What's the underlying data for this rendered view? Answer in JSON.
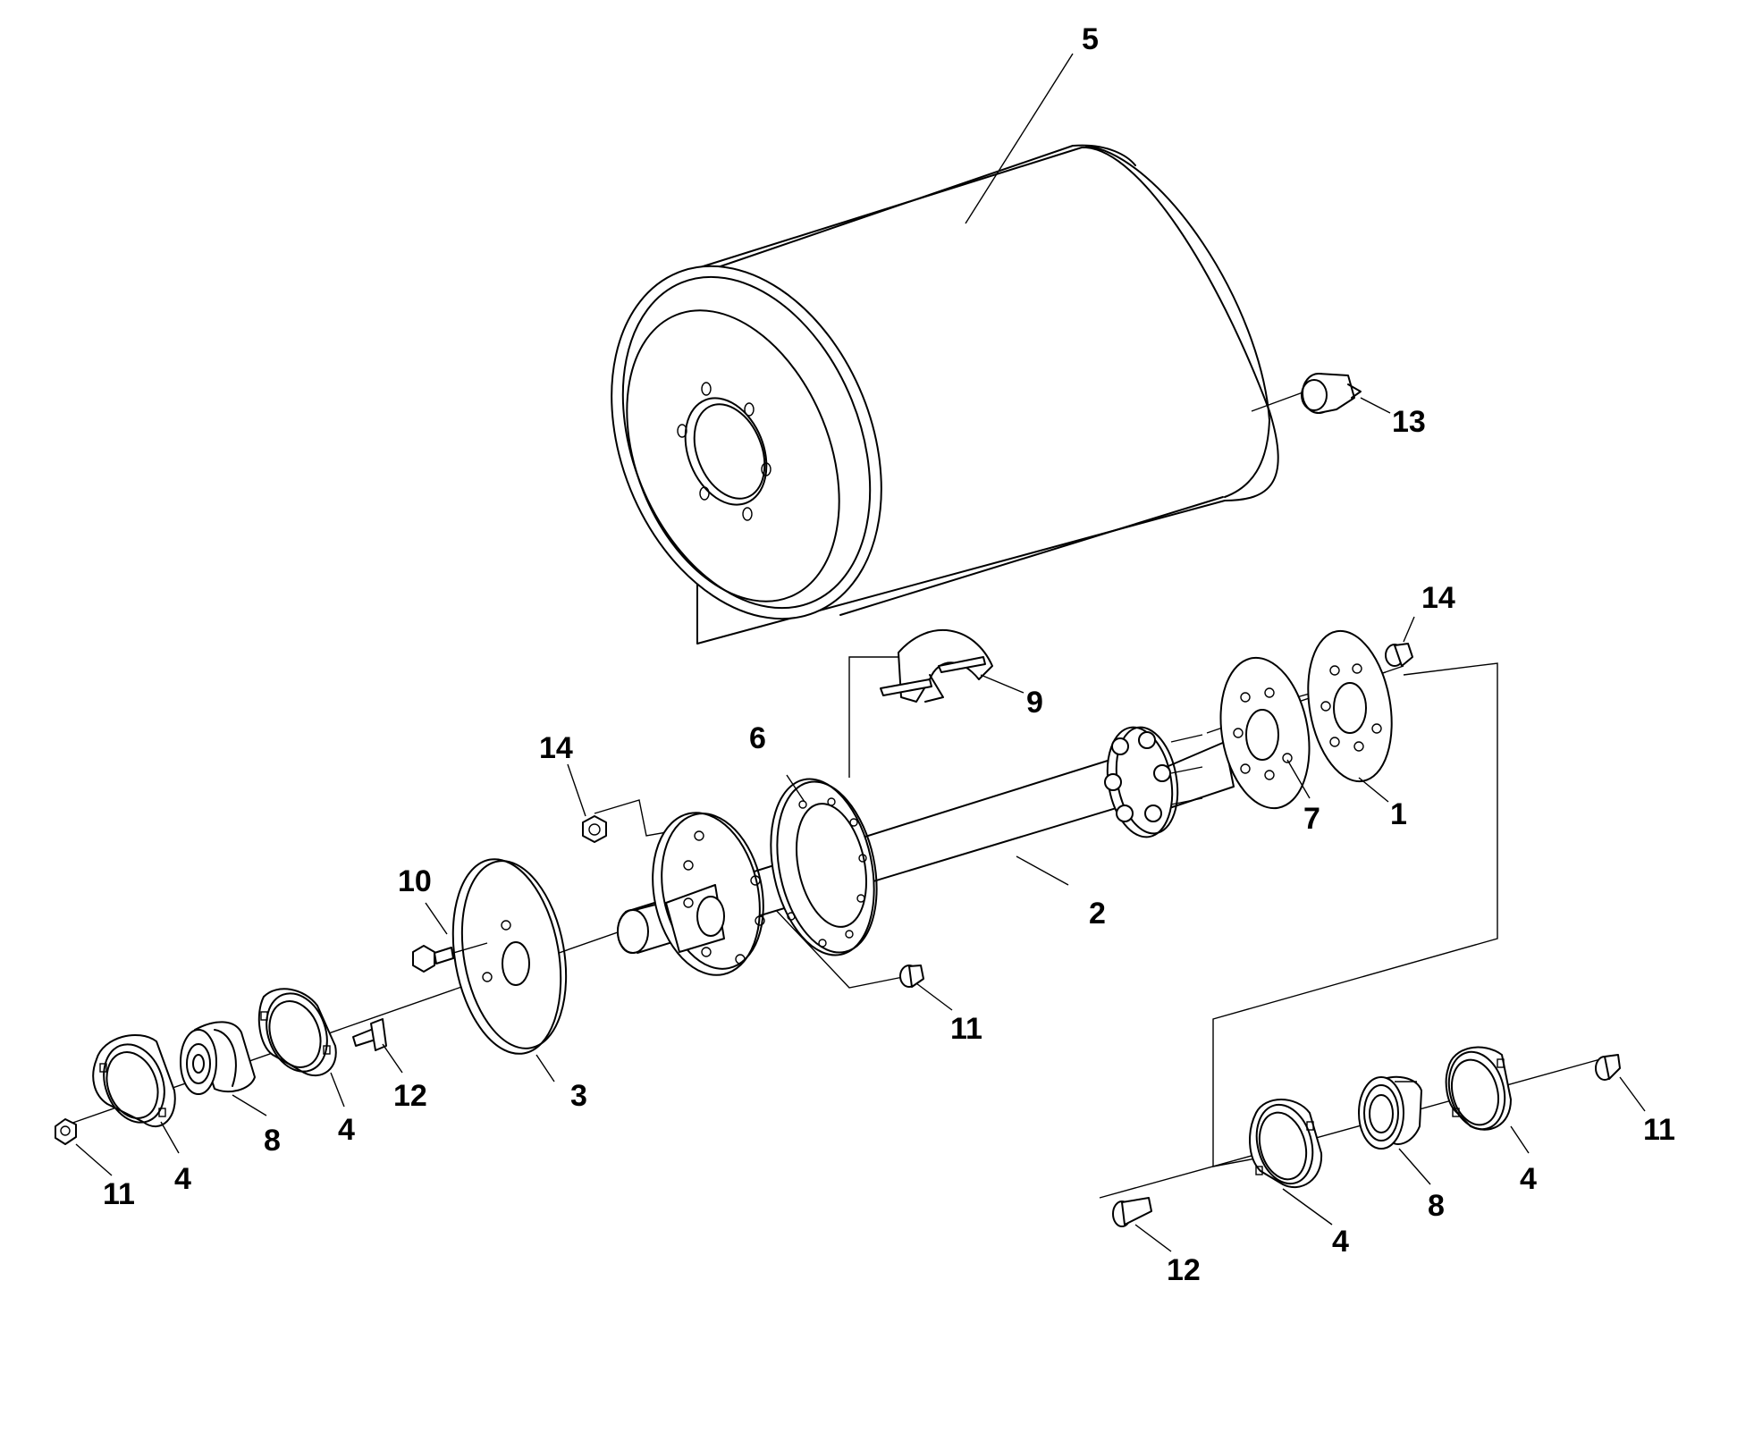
{
  "callouts": [
    {
      "id": "c1",
      "label": "1"
    },
    {
      "id": "c2",
      "label": "2"
    },
    {
      "id": "c3",
      "label": "3"
    },
    {
      "id": "c4a",
      "label": "4"
    },
    {
      "id": "c4b",
      "label": "4"
    },
    {
      "id": "c4c",
      "label": "4"
    },
    {
      "id": "c4d",
      "label": "4"
    },
    {
      "id": "c5",
      "label": "5"
    },
    {
      "id": "c6",
      "label": "6"
    },
    {
      "id": "c7",
      "label": "7"
    },
    {
      "id": "c8a",
      "label": "8"
    },
    {
      "id": "c8b",
      "label": "8"
    },
    {
      "id": "c9",
      "label": "9"
    },
    {
      "id": "c10",
      "label": "10"
    },
    {
      "id": "c11a",
      "label": "11"
    },
    {
      "id": "c11b",
      "label": "11"
    },
    {
      "id": "c11c",
      "label": "11"
    },
    {
      "id": "c12a",
      "label": "12"
    },
    {
      "id": "c12b",
      "label": "12"
    },
    {
      "id": "c13",
      "label": "13"
    },
    {
      "id": "c14a",
      "label": "14"
    },
    {
      "id": "c14b",
      "label": "14"
    }
  ]
}
